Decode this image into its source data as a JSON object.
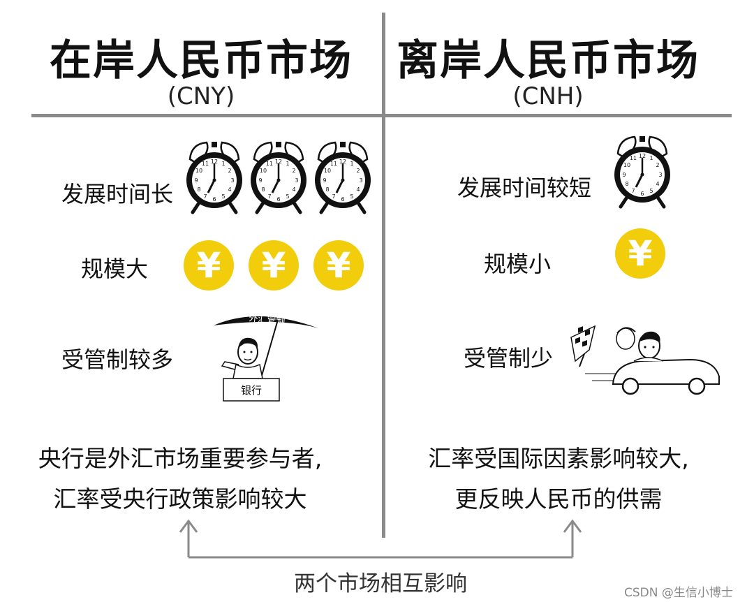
{
  "left": {
    "title": "在岸人民币市场",
    "code": "(CNY)",
    "rows": [
      {
        "label": "发展时间长"
      },
      {
        "label": "规模大"
      },
      {
        "label": "受管制较多"
      }
    ],
    "umbrella_text": "外汇管制",
    "bank_text": "银行",
    "statement": [
      "央行是外汇市场重要参与者,",
      "汇率受央行政策影响较大"
    ]
  },
  "right": {
    "title": "离岸人民币市场",
    "code": "(CNH)",
    "rows": [
      {
        "label": "发展时间较短"
      },
      {
        "label": "规模小"
      },
      {
        "label": "受管制少"
      }
    ],
    "statement": [
      "汇率受国际因素影响较大,",
      "更反映人民币的供需"
    ]
  },
  "footer": "两个市场相互影响",
  "watermark": "CSDN @生信小博士",
  "icons": {
    "coin_symbol": "¥",
    "coin_color": "#f2cd0c",
    "divider_color": "#8a8a8a"
  }
}
